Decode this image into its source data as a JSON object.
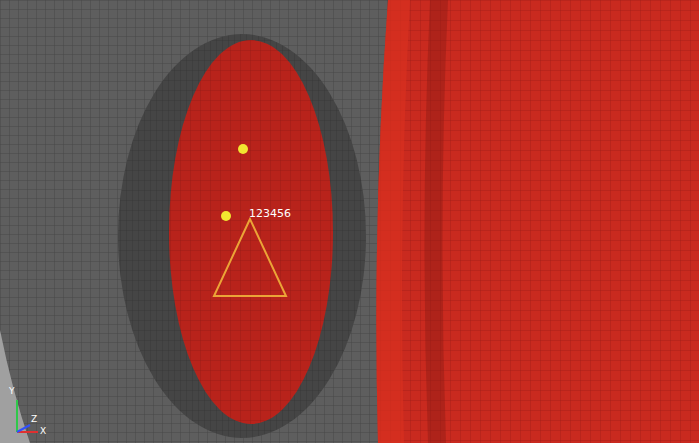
{
  "diagram": {
    "labels": [
      "123456",
      "Y",
      "Z",
      "X"
    ]
  }
}
